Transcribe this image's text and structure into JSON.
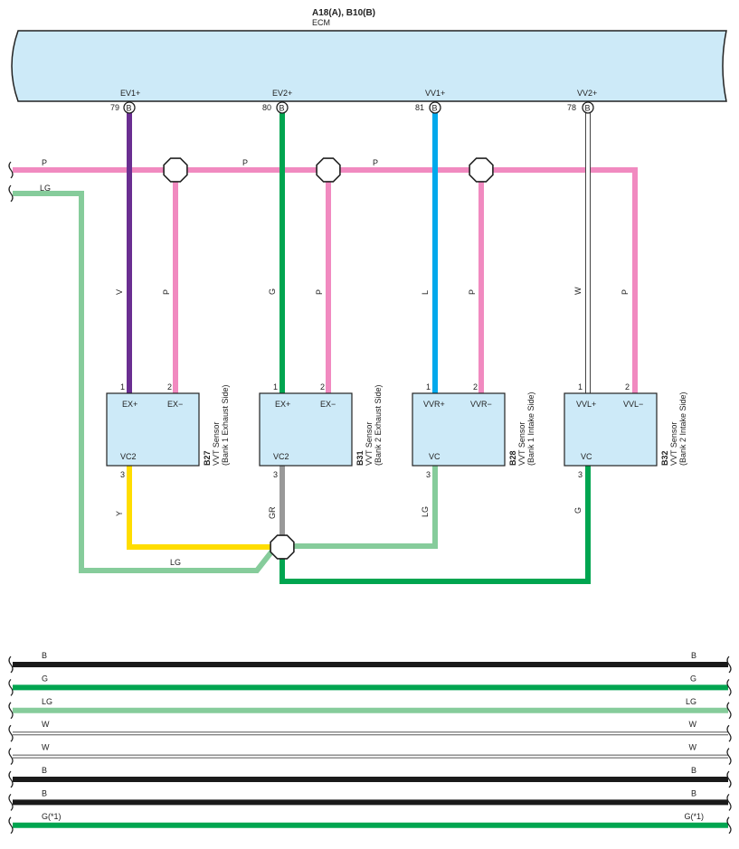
{
  "ecm": {
    "title": "A18(A), B10(B)",
    "name": "ECM",
    "terminals": [
      {
        "label": "EV1+",
        "pin": "79",
        "conn": "B"
      },
      {
        "label": "EV2+",
        "pin": "80",
        "conn": "B"
      },
      {
        "label": "VV1+",
        "pin": "81",
        "conn": "B"
      },
      {
        "label": "VV2+",
        "pin": "78",
        "conn": "B"
      }
    ]
  },
  "sensors": [
    {
      "code": "B27",
      "name": "VVT Sensor",
      "side": "(Bank 1 Exhaust Side)",
      "pin1": "1",
      "pin2": "2",
      "pin3": "3",
      "t1": "EX+",
      "t2": "EX−",
      "t3": "VC2",
      "w1": "V",
      "w2": "P",
      "w3": "Y"
    },
    {
      "code": "B31",
      "name": "VVT Sensor",
      "side": "(Bank 2 Exhaust Side)",
      "pin1": "1",
      "pin2": "2",
      "pin3": "3",
      "t1": "EX+",
      "t2": "EX−",
      "t3": "VC2",
      "w1": "G",
      "w2": "P",
      "w3": "GR"
    },
    {
      "code": "B28",
      "name": "VVT Sensor",
      "side": "(Bank 1 Intake Side)",
      "pin1": "1",
      "pin2": "2",
      "pin3": "3",
      "t1": "VVR+",
      "t2": "VVR−",
      "t3": "VC",
      "w1": "L",
      "w2": "P",
      "w3": "LG"
    },
    {
      "code": "B32",
      "name": "VVT Sensor",
      "side": "(Bank 2 Intake Side)",
      "pin1": "1",
      "pin2": "2",
      "pin3": "3",
      "t1": "VVL+",
      "t2": "VVL−",
      "t3": "VC",
      "w1": "W",
      "w2": "P",
      "w3": "G"
    }
  ],
  "top_wires": {
    "p_bus_labels": [
      "P",
      "P",
      "P"
    ],
    "lg_left_label": "LG",
    "lg_bottom_label": "LG"
  },
  "bottom_wires": [
    {
      "label": "B",
      "color": "#1a1a1a",
      "width": 6
    },
    {
      "label": "G",
      "color": "#00a550",
      "width": 6
    },
    {
      "label": "LG",
      "color": "#86cc9b",
      "width": 6
    },
    {
      "label": "W",
      "color": "#bdbdbd",
      "width": 2
    },
    {
      "label": "W",
      "color": "#bdbdbd",
      "width": 2
    },
    {
      "label": "B",
      "color": "#1a1a1a",
      "width": 6
    },
    {
      "label": "B",
      "color": "#1a1a1a",
      "width": 6
    },
    {
      "label": "G(*1)",
      "color": "#00a550",
      "width": 6
    }
  ],
  "colors": {
    "ecm_fill": "#cdeaf8",
    "sensor_fill": "#cdeaf8",
    "pink": "#f18ac0",
    "violet": "#6a2e91",
    "green": "#00a550",
    "blue": "#00a9ec",
    "white_wire": "#bdbdbd",
    "yellow": "#ffdd00",
    "gray": "#999999",
    "light_green": "#86cc9b",
    "black": "#1a1a1a"
  }
}
